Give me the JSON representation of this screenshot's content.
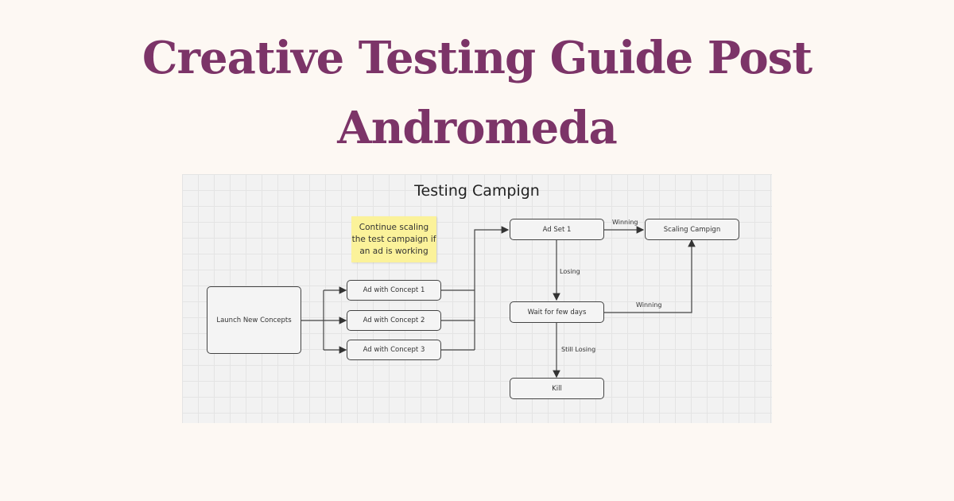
{
  "header": {
    "title_line1": "Creative Testing Guide Post",
    "title_line2": "Andromeda"
  },
  "diagram": {
    "title": "Testing Campign",
    "sticky_note": "Continue scaling the test campaign if an ad is working",
    "nodes": {
      "launch": "Launch New Concepts",
      "concept1": "Ad with Concept 1",
      "concept2": "Ad with Concept 2",
      "concept3": "Ad with Concept 3",
      "adset": "Ad Set 1",
      "scaling": "Scaling Campign",
      "wait": "Wait for few days",
      "kill": "Kill"
    },
    "edge_labels": {
      "adset_to_scaling": "Winning",
      "adset_to_wait": "Losing",
      "wait_to_scaling": "Winning",
      "wait_to_kill": "Still Losing"
    }
  },
  "colors": {
    "title": "#7c3468",
    "page_background": "#fdf8f3",
    "sticky": "#fbf29a"
  }
}
